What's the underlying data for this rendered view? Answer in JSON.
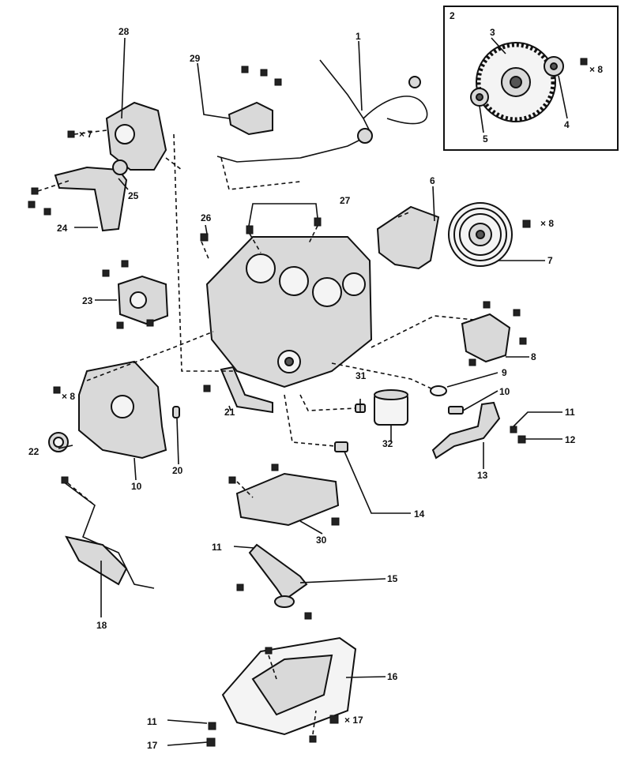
{
  "callouts": {
    "n1": "1",
    "n2": "2",
    "n3": "3",
    "n4": "4",
    "n5": "5",
    "n6": "6",
    "n7": "7",
    "n8": "8",
    "n9": "9",
    "n10a": "10",
    "n10b": "10",
    "n11a": "11",
    "n11b": "11",
    "n11c": "11",
    "n12": "12",
    "n13": "13",
    "n14": "14",
    "n15": "15",
    "n16": "16",
    "n17": "17",
    "n18": "18",
    "n20": "20",
    "n21": "21",
    "n22": "22",
    "n23": "23",
    "n24": "24",
    "n25": "25",
    "n26": "26",
    "n27": "27",
    "n28": "28",
    "n29": "29",
    "n30": "30",
    "n31": "31",
    "n32": "32"
  },
  "multipliers": {
    "x7": "× 7",
    "x8a": "× 8",
    "x8b": "× 8",
    "x8c": "× 8",
    "x17": "× 17"
  }
}
